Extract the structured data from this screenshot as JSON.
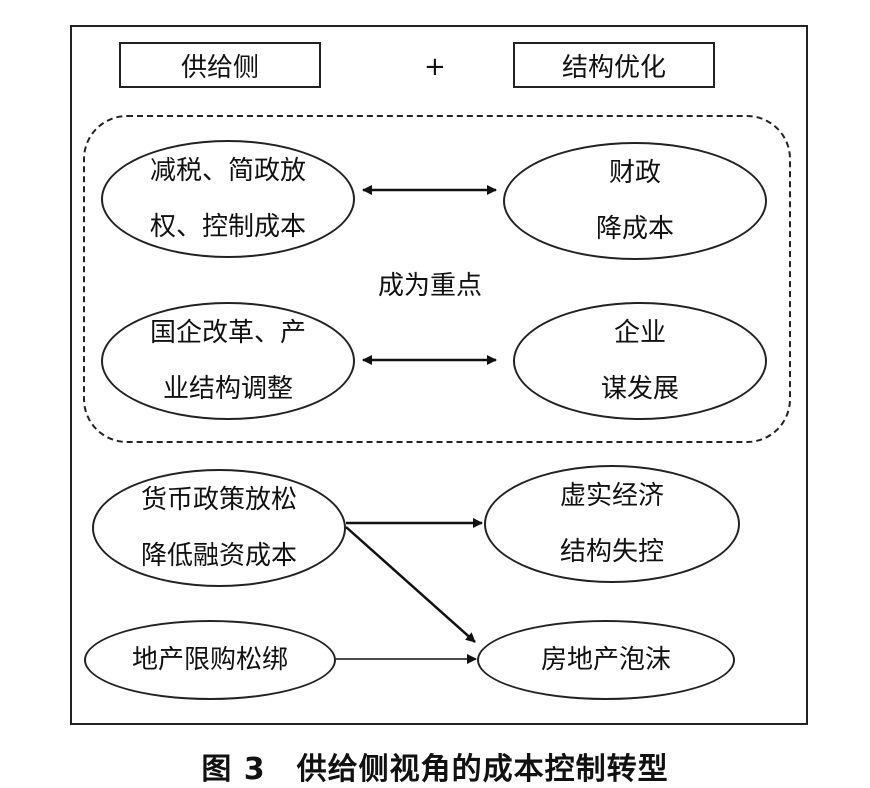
{
  "header": {
    "left_box": "供给侧",
    "plus": "+",
    "right_box": "结构优化"
  },
  "group": {
    "center_label": "成为重点",
    "e1": [
      "减税、简政放",
      "权、控制成本"
    ],
    "e2": [
      "财政",
      "降成本"
    ],
    "e3": [
      "国企改革、产",
      "业结构调整"
    ],
    "e4": [
      "企业",
      "谋发展"
    ]
  },
  "lower": {
    "e5": [
      "货币政策放松",
      "降低融资成本"
    ],
    "e6": [
      "虚实经济",
      "结构失控"
    ],
    "e7": "地产限购松绑",
    "e8": "房地产泡沫"
  },
  "caption": "图 3　供给侧视角的成本控制转型"
}
